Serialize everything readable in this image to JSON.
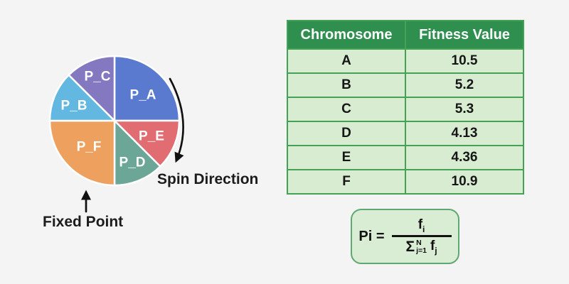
{
  "figure": {
    "background": "#f4f4f4",
    "text_color": "#1c1c1c"
  },
  "pie": {
    "slices": [
      {
        "label": "P_A",
        "chromosome": "A",
        "color": "#5a7ad0",
        "start_deg": 0,
        "end_deg": 90
      },
      {
        "label": "P_E",
        "chromosome": "E",
        "color": "#e16d72",
        "start_deg": 90,
        "end_deg": 135
      },
      {
        "label": "P_D",
        "chromosome": "D",
        "color": "#6ca697",
        "start_deg": 135,
        "end_deg": 180
      },
      {
        "label": "P_F",
        "chromosome": "F",
        "color": "#eea05e",
        "start_deg": 180,
        "end_deg": 270
      },
      {
        "label": "P_B",
        "chromosome": "B",
        "color": "#62b8e0",
        "start_deg": 270,
        "end_deg": 315
      },
      {
        "label": "P_C",
        "chromosome": "C",
        "color": "#8478c0",
        "start_deg": 315,
        "end_deg": 360
      }
    ],
    "annotations": {
      "spin_direction": "Spin Direction",
      "fixed_point": "Fixed Point"
    }
  },
  "table": {
    "headers": [
      "Chromosome",
      "Fitness Value"
    ],
    "rows": [
      [
        "A",
        "10.5"
      ],
      [
        "B",
        "5.2"
      ],
      [
        "C",
        "5.3"
      ],
      [
        "D",
        "4.13"
      ],
      [
        "E",
        "4.36"
      ],
      [
        "F",
        "10.9"
      ]
    ],
    "colors": {
      "header_bg": "#2e8f4e",
      "header_text": "#ffffff",
      "row_bg": "#d8ecd2",
      "border": "#44a156"
    }
  },
  "formula": {
    "lhs": "Pi =",
    "numerator": {
      "base": "f",
      "sub": "i"
    },
    "denominator": {
      "sigma": "Σ",
      "sup": "N",
      "sub": "j=1",
      "base": "f",
      "base_sub": "j"
    },
    "colors": {
      "box_bg": "#d9ecd4",
      "box_border": "#5fa871"
    }
  },
  "chart_data": {
    "type": "pie",
    "categories": [
      "A",
      "B",
      "C",
      "D",
      "E",
      "F"
    ],
    "values": [
      10.5,
      5.2,
      5.3,
      4.13,
      4.36,
      10.9
    ],
    "slice_labels": [
      "P_A",
      "P_B",
      "P_C",
      "P_D",
      "P_E",
      "P_F"
    ],
    "title": "",
    "legend_position": "none",
    "notes": "Roulette wheel selection diagram; slice share drawn roughly proportional to fitness value; wheel spins clockwise past a fixed point"
  }
}
